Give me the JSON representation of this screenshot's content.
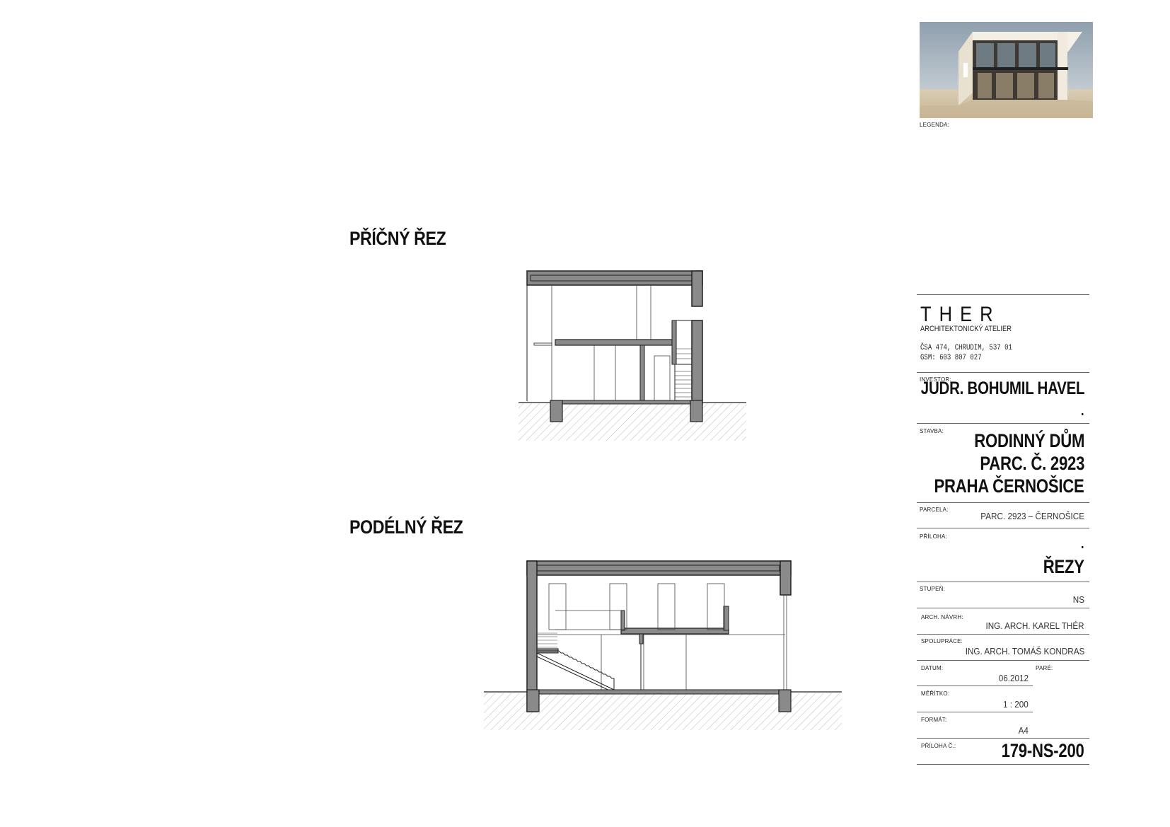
{
  "sections": {
    "cross_title": "PŘÍČNÝ ŘEZ",
    "long_title": "PODÉLNÝ ŘEZ"
  },
  "title_block": {
    "legend_label": "LEGENDA:",
    "logo": "THER",
    "logo_sub": "ARCHITEKTONICKÝ ATELIER",
    "address_line1": "ČSA 474, CHRUDIM, 537 01",
    "address_line2": "GSM:  603 807 027",
    "investor_label": "INVESTOR:",
    "investor_value": "JUDR. BOHUMIL HAVEL",
    "investor_dot": ".",
    "stavba_label": "STAVBA:",
    "stavba_line1": "RODINNÝ DŮM",
    "stavba_line2": "PARC. Č. 2923",
    "stavba_line3": "PRAHA ČERNOŠICE",
    "parcela_label": "PARCELA:",
    "parcela_value": "PARC. 2923 – ČERNOŠICE",
    "priloha_label": "PŘÍLOHA:",
    "priloha_dot": ".",
    "priloha_value": "ŘEZY",
    "stupen_label": "STUPEŇ:",
    "stupen_value": "NS",
    "arch_label": "ARCH. NÁVRH:",
    "arch_value": "ING. ARCH. KAREL THÉR",
    "spol_label": "SPOLUPRÁCE:",
    "spol_value": "ING. ARCH. TOMÁŠ KONDRAS",
    "datum_label": "DATUM:",
    "datum_value": "06.2012",
    "pare_label": "PARÉ:",
    "meritko_label": "MĚŘÍTKO:",
    "meritko_value": "1 : 200",
    "format_label": "FORMÁT:",
    "format_value": "A4",
    "priloha_c_label": "PŘÍLOHA Č.:",
    "priloha_c_value": "179-NS-200"
  },
  "colors": {
    "wall_fill": "#8a8a8a",
    "outline": "#222222",
    "hatch": "#bbbbbb",
    "render_sky": "#b9c3cb",
    "render_ground": "#d8c7a8"
  }
}
